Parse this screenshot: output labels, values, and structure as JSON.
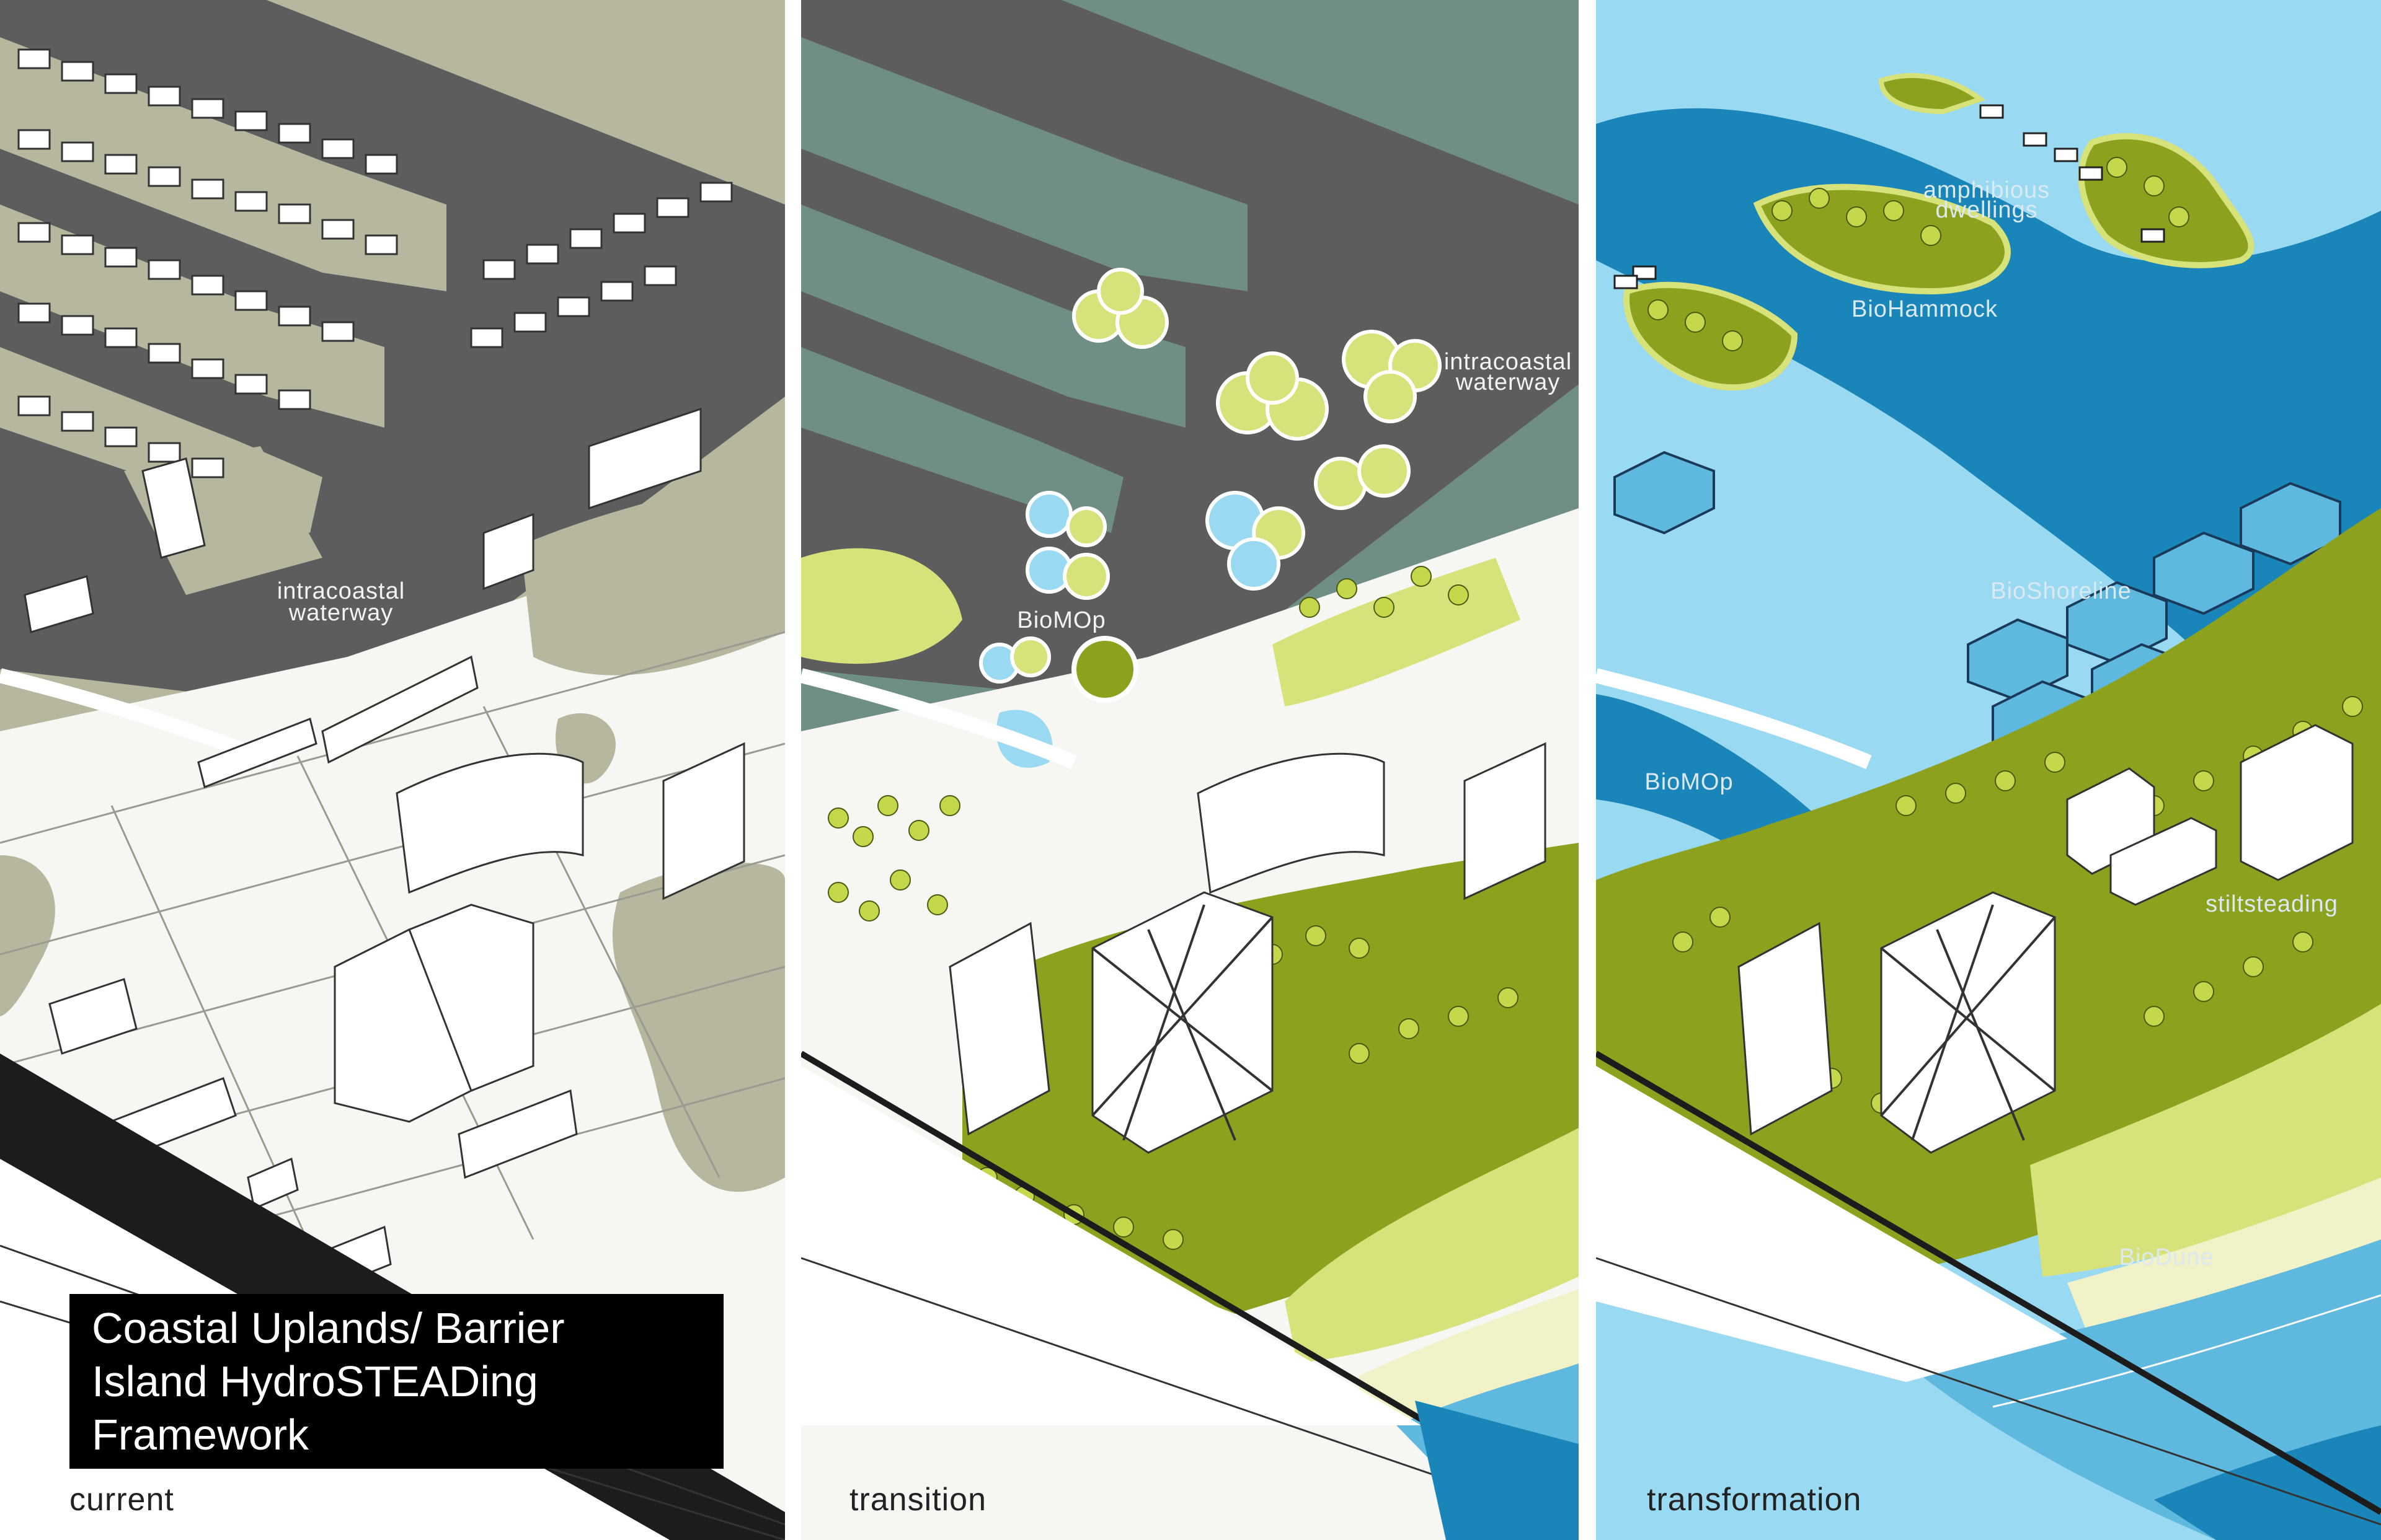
{
  "title": {
    "lines": [
      "Coastal Uplands/ Barrier",
      "Island HydroSTEADing",
      "Framework"
    ]
  },
  "panels": [
    {
      "caption": "current",
      "labels": {
        "waterway_1": "intracoastal",
        "waterway_2": "waterway"
      }
    },
    {
      "caption": "transition",
      "labels": {
        "waterway_1": "intracoastal",
        "waterway_2": "waterway",
        "biomop": "BioMOp"
      }
    },
    {
      "caption": "transformation",
      "labels": {
        "amphibious_1": "amphibious",
        "amphibious_2": "dwellings",
        "biohammock": "BioHammock",
        "bioshoreline": "BioShoreline",
        "biomop": "BioMOp",
        "stiltsteading": "stiltsteading",
        "biodune": "BioDune"
      }
    }
  ],
  "colors": {
    "land_khaki": "#b7b7a0",
    "road_gray": "#606060",
    "water_light": "#9ad9f2",
    "water_deep": "#1a85b8",
    "water_mid": "#5fb9df",
    "green_dark": "#8ca21f",
    "green_light": "#d8e27a",
    "sand": "#f1f2c8",
    "teal_gray": "#6f8e86"
  }
}
